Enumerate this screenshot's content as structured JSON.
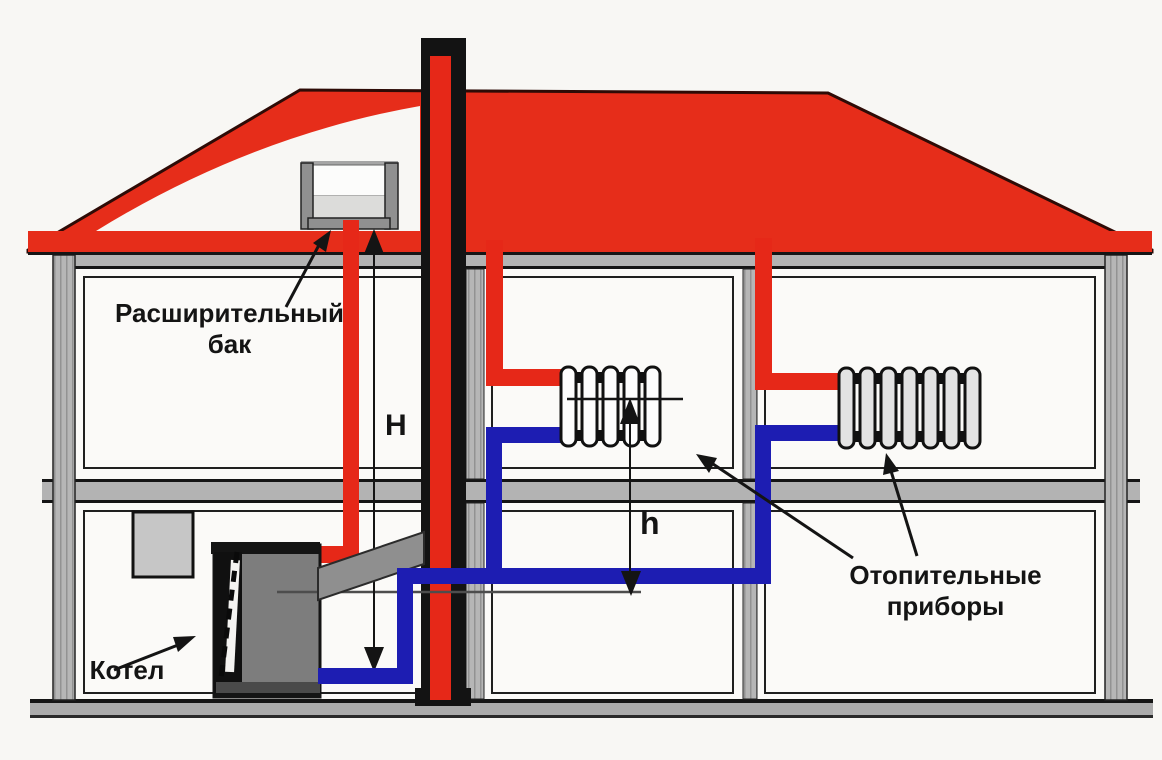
{
  "labels": {
    "expansion_tank": {
      "line1": "Расширительный",
      "line2": "бак"
    },
    "boiler": "Котел",
    "heaters": {
      "line1": "Отопительные",
      "line2": "приборы"
    },
    "dim_total_height": "H",
    "dim_radiator_height": "h"
  },
  "colors": {
    "supply_red": "#e62818",
    "roof_red": "#e62d1a",
    "return_blue": "#1d1db2",
    "chimney_black": "#131313",
    "structure_gray": "#b3b3b3"
  },
  "radiators": {
    "upper_left_sections": 5,
    "upper_right_sections": 7
  }
}
